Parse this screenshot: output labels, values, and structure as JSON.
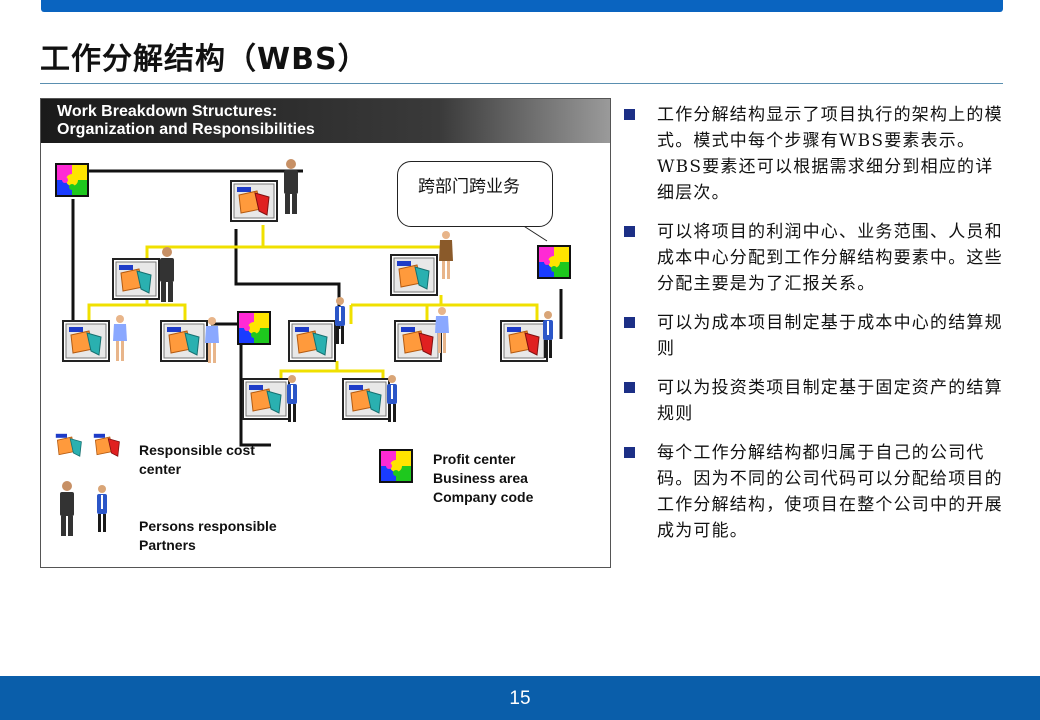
{
  "slide": {
    "title": "工作分解结构（WBS）",
    "page_number": "15"
  },
  "figure": {
    "header_line1": "Work Breakdown Structures:",
    "header_line2": "Organization and Responsibilities",
    "callout": "跨部门跨业务",
    "legend": {
      "cost_center_line1": "Responsible cost",
      "cost_center_line2": "center",
      "profit_center_line1": "Profit center",
      "profit_center_line2": "Business area",
      "profit_center_line3": "Company code",
      "persons_line1": "Persons responsible",
      "persons_line2": "Partners"
    }
  },
  "bullets": [
    {
      "text": "工作分解结构显示了项目执行的架构上的模式。模式中每个步骤有WBS要素表示。WBS要素还可以根据需求细分到相应的详细层次。"
    },
    {
      "text": "可以将项目的利润中心、业务范围、人员和成本中心分配到工作分解结构要素中。这些分配主要是为了汇报关系。"
    },
    {
      "text": "可以为成本项目制定基于成本中心的结算规则"
    },
    {
      "text": "可以为投资类项目制定基于固定资产的结算规则"
    },
    {
      "text": "每个工作分解结构都归属于自己的公司代码。因为不同的公司代码可以分配给项目的工作分解结构，使项目在整个公司中的开展成为可能。"
    }
  ],
  "colors": {
    "top_bar": "#0a64c0",
    "footer_bar": "#0a5eaa",
    "bullet_marker": "#1c2f86",
    "connector": "#f0e000"
  }
}
